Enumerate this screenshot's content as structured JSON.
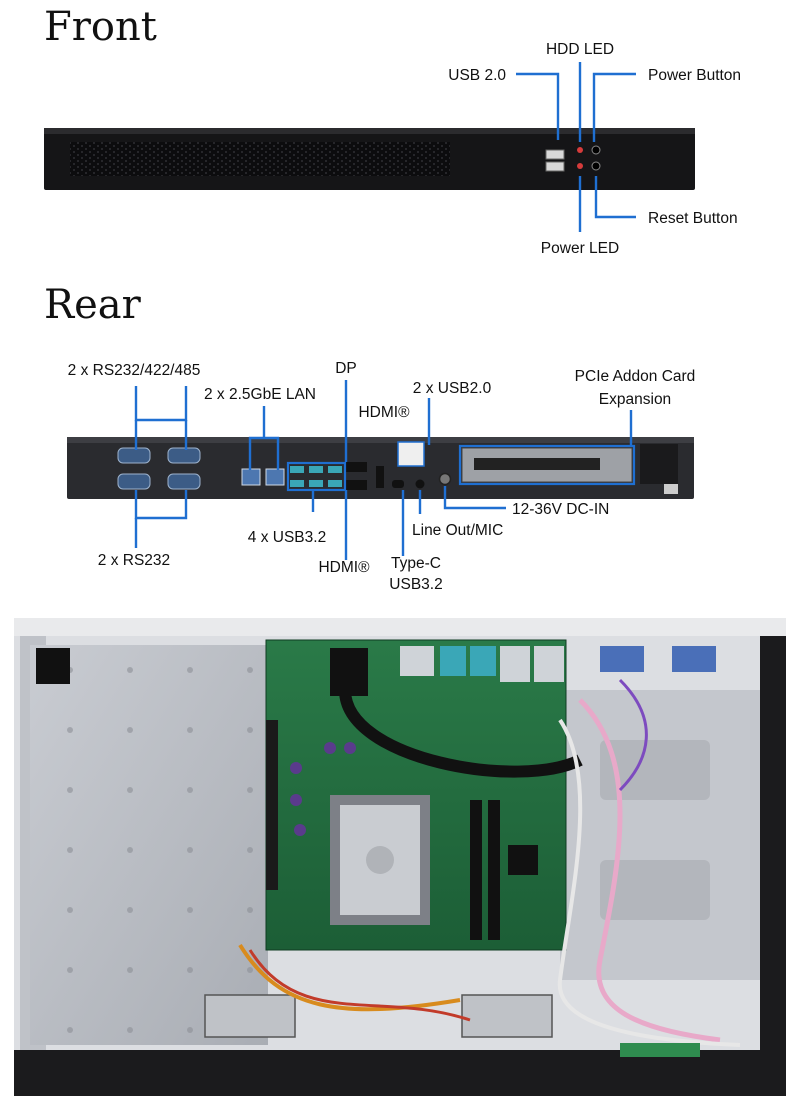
{
  "sections": {
    "front_title": "Front",
    "rear_title": "Rear"
  },
  "front_labels": {
    "usb20": "USB 2.0",
    "hdd_led": "HDD LED",
    "power_button": "Power Button",
    "reset_button": "Reset Button",
    "power_led": "Power LED"
  },
  "rear_labels": {
    "rs232_422_485": "2 x RS232/422/485",
    "lan": "2 x 2.5GbE LAN",
    "dp": "DP",
    "hdmi_top": "HDMI®",
    "usb20_2x": "2 x USB2.0",
    "pcie_line1": "PCIe Addon Card",
    "pcie_line2": "Expansion",
    "dc_in": "12-36V DC-IN",
    "line_out": "Line Out/MIC",
    "usb32_4x": "4 x USB3.2",
    "hdmi_bottom": "HDMI®",
    "typec_line1": "Type-C",
    "typec_line2": "USB3.2",
    "rs232_2x": "2 x RS232"
  },
  "colors": {
    "callout": "#1f6fd1",
    "chassis": "#1b1b1d",
    "board": "#1f6b3b"
  },
  "icons": [
    "usb-port-icon",
    "led-icon",
    "power-button-icon",
    "rj45-port-icon",
    "db9-port-icon",
    "fan-icon",
    "cpu-socket-icon"
  ]
}
